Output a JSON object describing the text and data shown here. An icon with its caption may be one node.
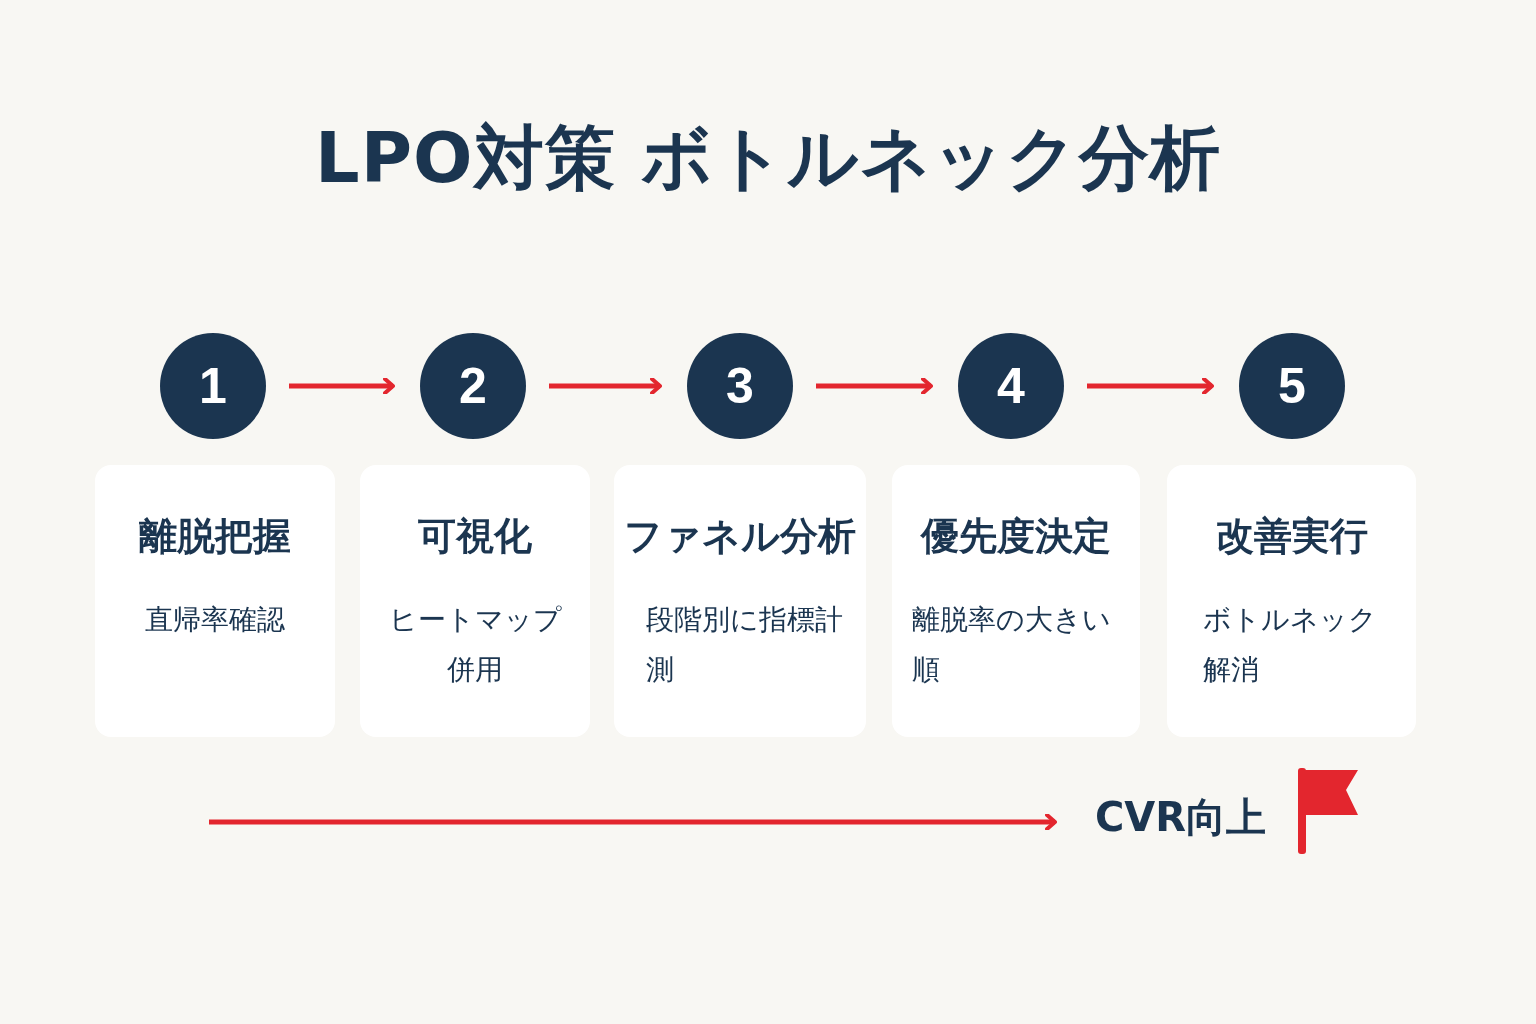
{
  "diagram": {
    "title": "LPO対策 ボトルネック分析",
    "nodes": [
      {
        "text": [
          "1"
        ]
      },
      {
        "text": [
          "2"
        ]
      },
      {
        "text": [
          "3"
        ]
      },
      {
        "text": [
          "4"
        ]
      },
      {
        "text": [
          "5"
        ]
      },
      {
        "text": [
          "離脱把握",
          "直帰率確認"
        ]
      },
      {
        "text": [
          "可視化",
          "ヒートマップ併用"
        ]
      },
      {
        "text": [
          "ファネル分析",
          "段階別に指標計測"
        ]
      },
      {
        "text": [
          "優先度決定",
          "離脱率の大きい順"
        ]
      },
      {
        "text": [
          "改善実行",
          "ボトルネック解消"
        ]
      },
      {
        "text": [
          "CVR向上"
        ]
      }
    ],
    "edges": [
      {
        "from": 0,
        "to": 1,
        "arrow": "to"
      },
      {
        "from": 1,
        "to": 2,
        "arrow": "to"
      },
      {
        "from": 2,
        "to": 3,
        "arrow": "to"
      },
      {
        "from": 3,
        "to": 4,
        "arrow": "to"
      },
      {
        "from": null,
        "to": 10,
        "arrow": "to"
      }
    ]
  }
}
